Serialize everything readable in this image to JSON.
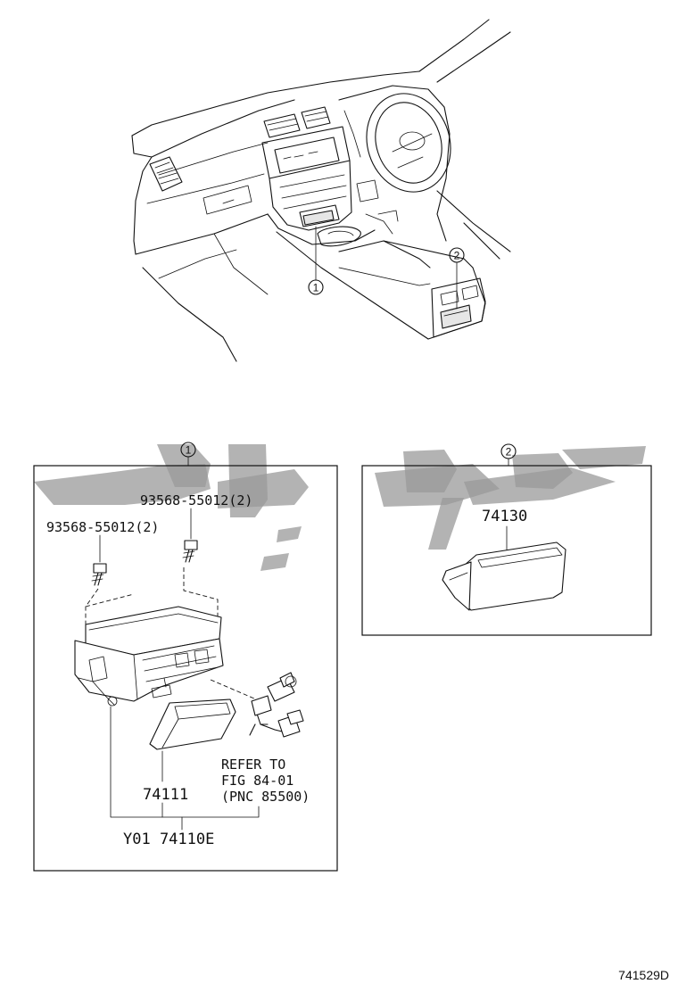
{
  "callouts": {
    "c1_top": "1",
    "c2_top": "2",
    "c1_box": "1",
    "c2_box": "2"
  },
  "box1": {
    "screw_right": "93568-55012(2)",
    "screw_left": "93568-55012(2)",
    "part_tray": "74111",
    "refer_line1": "REFER TO",
    "refer_line2": "FIG 84-01",
    "refer_line3": "(PNC 85500)",
    "assembly": "Y01 74110E"
  },
  "box2": {
    "part": "74130"
  },
  "figure_id": "741529D",
  "colors": {
    "line": "#111111",
    "watermark": "#9a9a9a",
    "background": "#ffffff"
  }
}
